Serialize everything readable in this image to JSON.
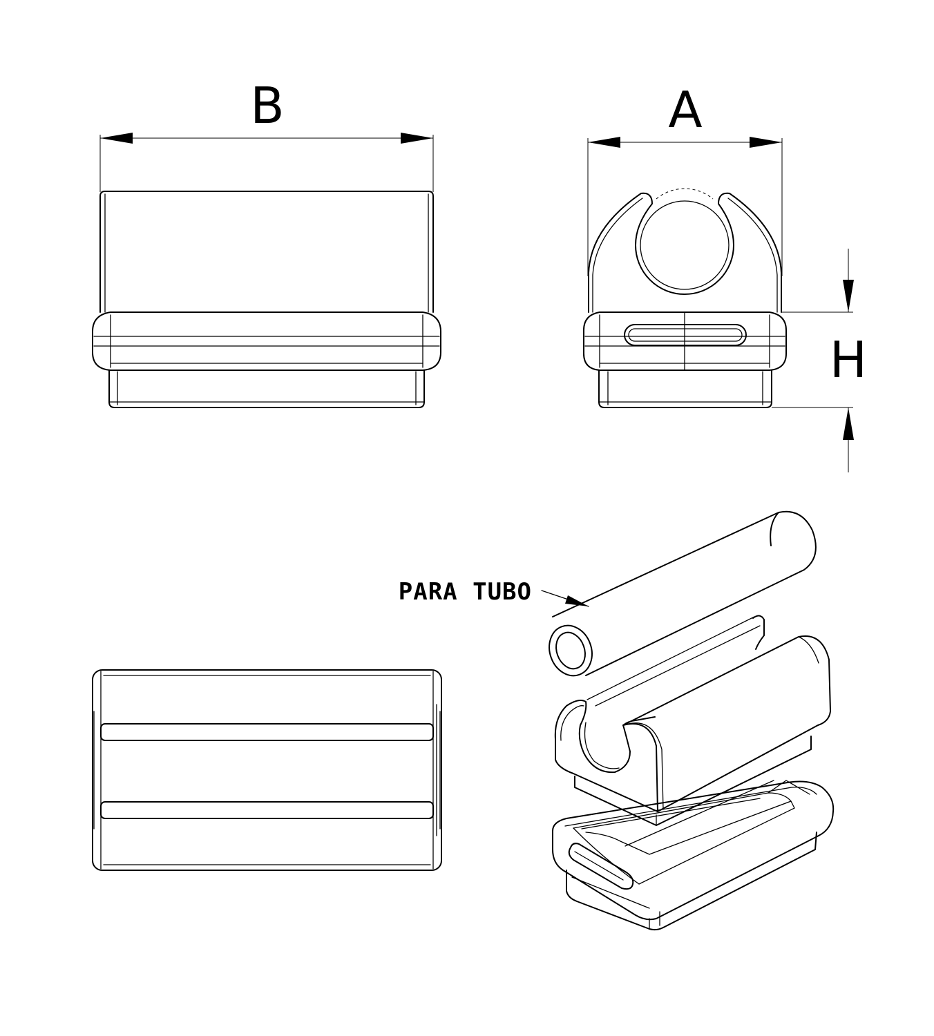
{
  "dimensions": {
    "b_label": "B",
    "a_label": "A",
    "h_label": "H"
  },
  "callout": {
    "label": "PARA TUBO"
  }
}
